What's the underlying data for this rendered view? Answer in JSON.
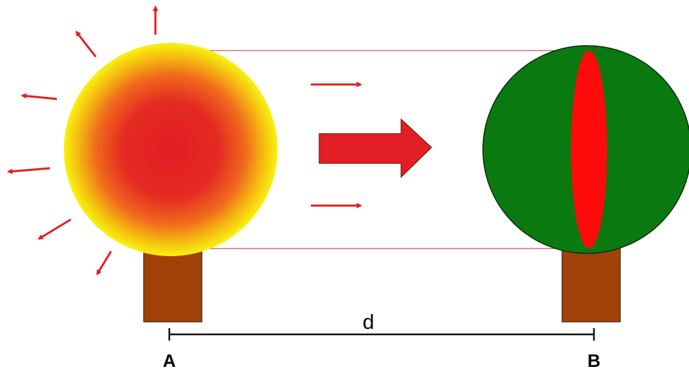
{
  "labels": {
    "distance": "d",
    "point_a": "A",
    "point_b": "B"
  },
  "colors": {
    "source_outer": "#f5ef10",
    "source_mid": "#f2a81a",
    "source_inner": "#e31e24",
    "receiver_body": "#0a7a10",
    "receiver_band": "#ff0000",
    "trunk": "#a0410a",
    "arrow": "#e31e24",
    "beam_line": "#b03030"
  },
  "icons": {
    "source": "radiating-tree-icon",
    "receiver": "absorbing-tree-icon",
    "flow": "right-arrow-icon"
  }
}
